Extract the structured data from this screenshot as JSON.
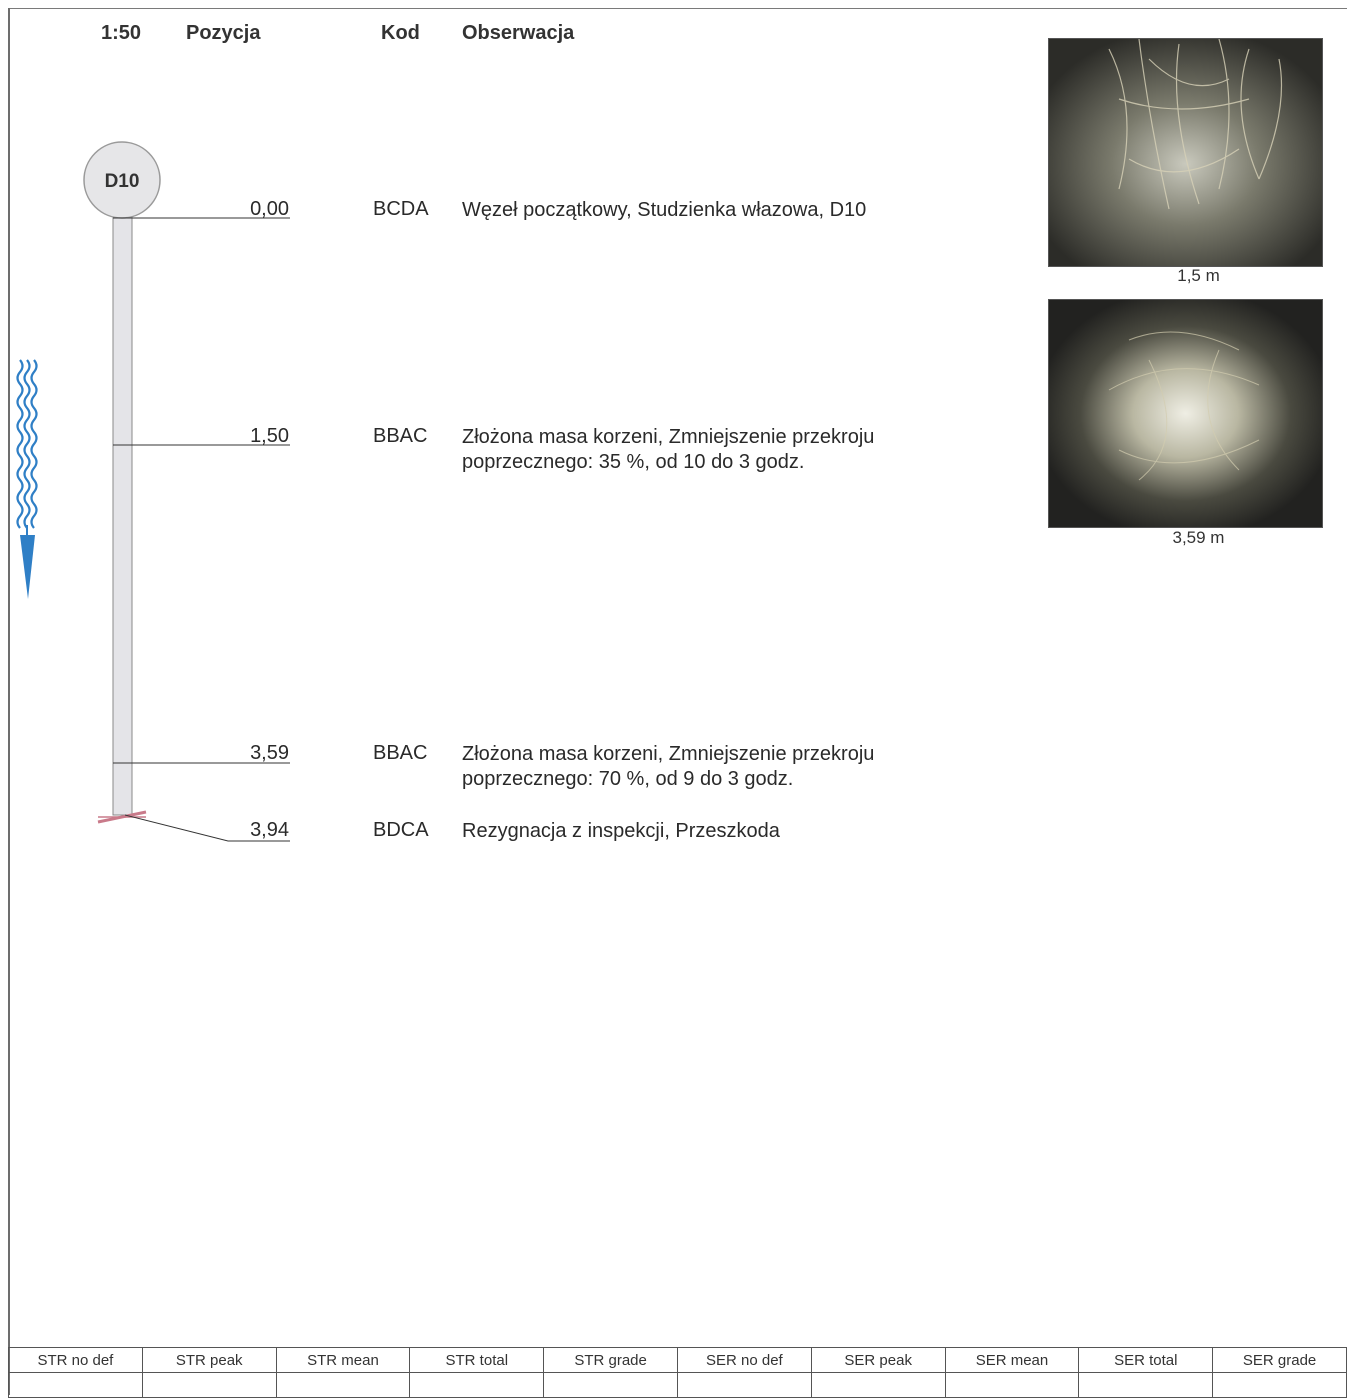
{
  "header": {
    "scale": "1:50",
    "position": "Pozycja",
    "code": "Kod",
    "observation": "Obserwacja"
  },
  "node": {
    "label": "D10"
  },
  "observations": [
    {
      "position": "0,00",
      "code": "BCDA",
      "text": "Węzeł początkowy, Studzienka włazowa, D10"
    },
    {
      "position": "1,50",
      "code": "BBAC",
      "text": "Złożona masa korzeni, Zmniejszenie przekroju poprzecznego: 35 %, od 10 do 3 godz."
    },
    {
      "position": "3,59",
      "code": "BBAC",
      "text": "Złożona masa korzeni, Zmniejszenie przekroju poprzecznego: 70 %, od 9 do 3 godz."
    },
    {
      "position": "3,94",
      "code": "BDCA",
      "text": "Rezygnacja z inspekcji, Przeszkoda"
    }
  ],
  "photos": [
    {
      "caption": "1,5 m"
    },
    {
      "caption": "3,59 m"
    }
  ],
  "colors": {
    "pipe": "#e4e4e8",
    "flow_arrow": "#2f7fc6",
    "end_marker": "#c97a8a"
  },
  "footer": {
    "headers": [
      "STR no def",
      "STR peak",
      "STR mean",
      "STR total",
      "STR grade",
      "SER no def",
      "SER peak",
      "SER mean",
      "SER total",
      "SER grade"
    ]
  }
}
